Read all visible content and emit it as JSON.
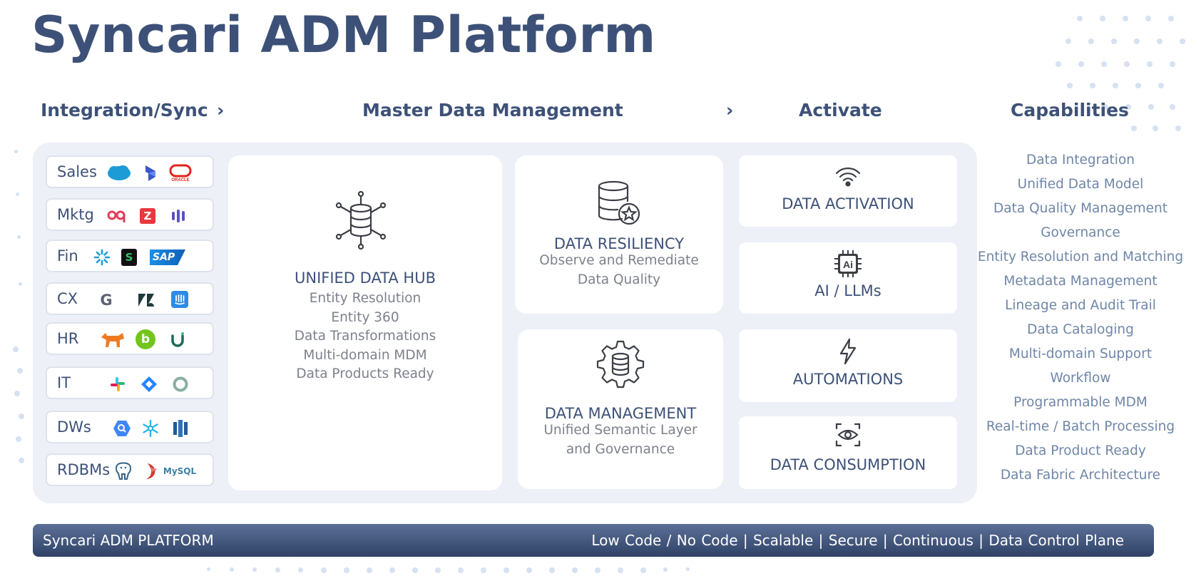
{
  "title": "Syncari ADM Platform",
  "headers": {
    "integration": "Integration/Sync",
    "mdm": "Master Data Management",
    "activate": "Activate",
    "capabilities": "Capabilities",
    "arrow": "›"
  },
  "sources": [
    {
      "label": "Sales",
      "logos": [
        "salesforce-logo-icon",
        "microsoft-dynamics-logo-icon",
        "oracle-logo-icon"
      ]
    },
    {
      "label": "Mktg",
      "logos": [
        "marketo-logo-icon",
        "zoominfo-logo-icon",
        "outreach-logo-icon"
      ]
    },
    {
      "label": "Fin",
      "logos": [
        "netsuite-logo-icon",
        "sage-logo-icon",
        "sap-logo-icon"
      ]
    },
    {
      "label": "CX",
      "logos": [
        "google-logo-icon",
        "zendesk-logo-icon",
        "intercom-logo-icon"
      ]
    },
    {
      "label": "HR",
      "logos": [
        "workday-logo-icon",
        "bamboohr-logo-icon",
        "ukg-logo-icon"
      ]
    },
    {
      "label": "IT",
      "logos": [
        "slack-logo-icon",
        "jira-logo-icon",
        "okta-logo-icon"
      ]
    },
    {
      "label": "DWs",
      "logos": [
        "bigquery-logo-icon",
        "snowflake-logo-icon",
        "redshift-logo-icon"
      ]
    },
    {
      "label": "RDBMs",
      "logos": [
        "postgresql-logo-icon",
        "sqlserver-logo-icon",
        "mysql-logo-icon"
      ]
    }
  ],
  "logo_text": {
    "sap": "SAP",
    "oracle": "ORACLE",
    "mysql": "MySQL",
    "sage": "S",
    "zoominfo": "Z",
    "google": "G",
    "bamboohr": "b"
  },
  "hub": {
    "title": "UNIFIED DATA HUB",
    "lines": [
      "Entity Resolution",
      "Entity 360",
      "Data Transformations",
      "Multi-domain MDM",
      "Data Products Ready"
    ]
  },
  "resiliency": {
    "title": "DATA RESILIENCY",
    "lines": [
      "Observe and Remediate",
      "Data Quality"
    ]
  },
  "management": {
    "title": "DATA MANAGEMENT",
    "lines": [
      "Unified Semantic Layer",
      "and Governance"
    ]
  },
  "activations": [
    {
      "label": "DATA ACTIVATION",
      "icon": "wireless-signal-icon"
    },
    {
      "label": "AI / LLMs",
      "icon": "ai-chip-icon"
    },
    {
      "label": "AUTOMATIONS",
      "icon": "lightning-icon"
    },
    {
      "label": "DATA CONSUMPTION",
      "icon": "eye-icon"
    }
  ],
  "ai_chip_text": "Ai",
  "capabilities": [
    "Data Integration",
    "Unified Data Model",
    "Data Quality Management",
    "Governance",
    "Entity Resolution and Matching",
    "Metadata Management",
    "Lineage and Audit Trail",
    "Data Cataloging",
    "Multi-domain Support",
    "Workflow",
    "Programmable MDM",
    "Real-time / Batch Processing",
    "Data Product Ready",
    "Data Fabric Architecture"
  ],
  "footer": {
    "left": "Syncari ADM PLATFORM",
    "right": "Low Code / No Code  |  Scalable  |  Secure  |  Continuous | Data Control Plane"
  },
  "colors": {
    "primary": "#3d5178",
    "panel": "#edf0f7",
    "capability_text": "#6f86a8",
    "footer_top": "#5c7097",
    "footer_bottom": "#2f4166"
  }
}
